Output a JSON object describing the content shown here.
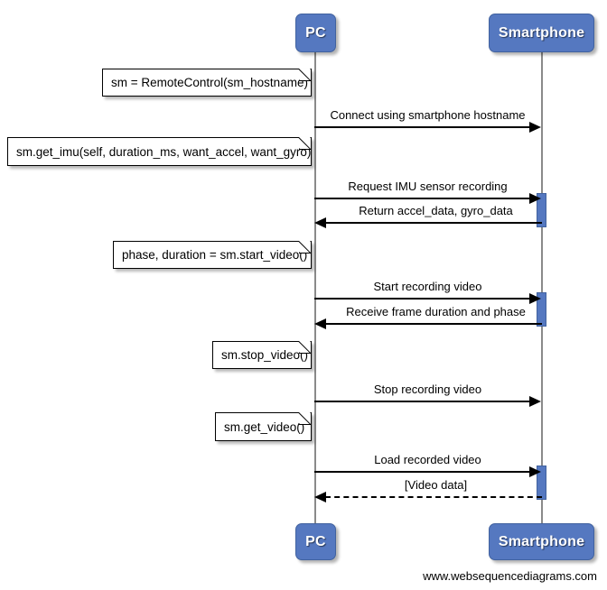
{
  "diagram": {
    "type": "sequence-diagram",
    "participants": [
      {
        "id": "pc",
        "label": "PC"
      },
      {
        "id": "smartphone",
        "label": "Smartphone"
      }
    ],
    "notes": [
      {
        "id": "note-remote-control",
        "text": "sm = RemoteControl(sm_hostname)"
      },
      {
        "id": "note-get-imu",
        "text": "sm.get_imu(self, duration_ms, want_accel, want_gyro)"
      },
      {
        "id": "note-start-video",
        "text": "phase, duration = sm.start_video()"
      },
      {
        "id": "note-stop-video",
        "text": "sm.stop_video()"
      },
      {
        "id": "note-get-video",
        "text": "sm.get_video()"
      }
    ],
    "messages": [
      {
        "id": "msg-connect",
        "label": "Connect using smartphone hostname",
        "from": "pc",
        "to": "smartphone",
        "style": "solid"
      },
      {
        "id": "msg-request-imu",
        "label": "Request IMU sensor recording",
        "from": "pc",
        "to": "smartphone",
        "style": "solid"
      },
      {
        "id": "msg-return-imu",
        "label": "Return accel_data, gyro_data",
        "from": "smartphone",
        "to": "pc",
        "style": "solid"
      },
      {
        "id": "msg-start-video",
        "label": "Start recording video",
        "from": "pc",
        "to": "smartphone",
        "style": "solid"
      },
      {
        "id": "msg-receive-frame",
        "label": "Receive frame duration and phase",
        "from": "smartphone",
        "to": "pc",
        "style": "solid"
      },
      {
        "id": "msg-stop-video",
        "label": "Stop recording video",
        "from": "pc",
        "to": "smartphone",
        "style": "solid"
      },
      {
        "id": "msg-load-video",
        "label": "Load recorded video",
        "from": "pc",
        "to": "smartphone",
        "style": "solid"
      },
      {
        "id": "msg-video-data",
        "label": "[Video data]",
        "from": "smartphone",
        "to": "pc",
        "style": "dashed"
      }
    ],
    "footer": "www.websequencediagrams.com",
    "colors": {
      "participant_fill": "#5578c0",
      "participant_border": "#41629f",
      "participant_text": "#ffffff",
      "lifeline": "#8a8a8a",
      "message": "#000000",
      "note_fill": "#ffffff",
      "background": "#ffffff"
    }
  }
}
